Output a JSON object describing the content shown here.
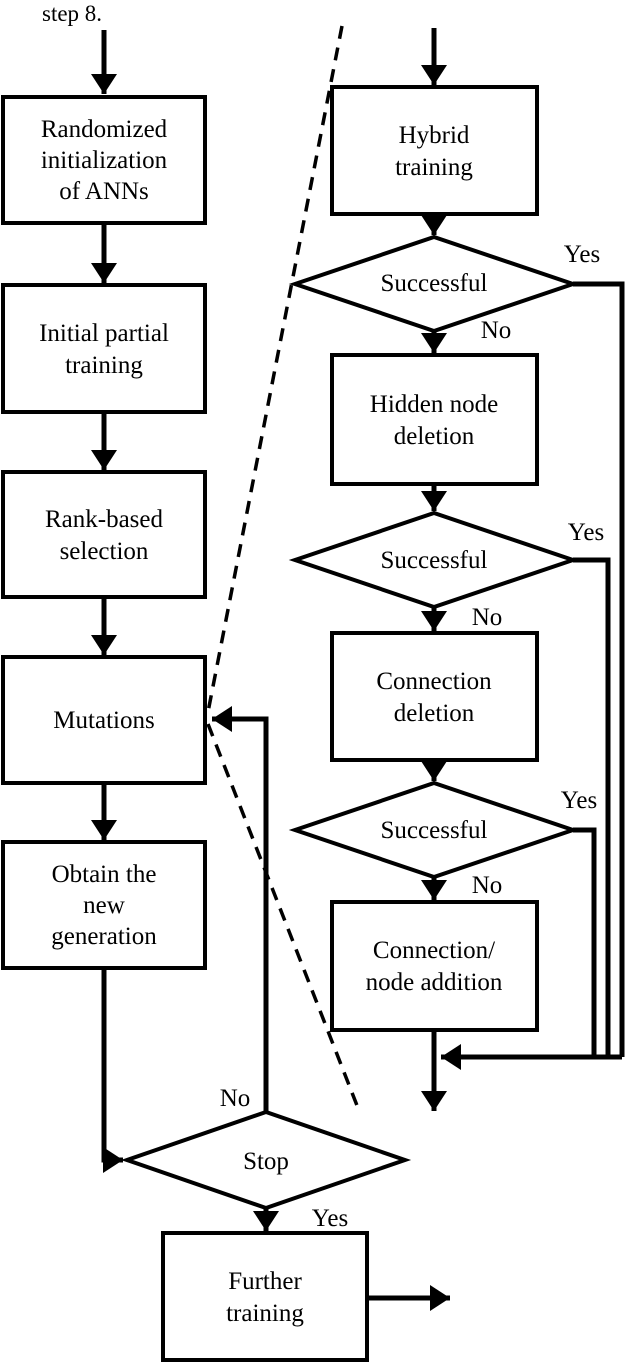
{
  "caption": "step 8.",
  "colors": {
    "line": "#000000",
    "background": "#ffffff",
    "text": "#000000"
  },
  "main_flow": {
    "boxes": [
      {
        "lines": [
          "Randomized",
          "initialization",
          "of ANNs"
        ]
      },
      {
        "lines": [
          "Initial partial",
          "training"
        ]
      },
      {
        "lines": [
          "Rank-based",
          "selection"
        ]
      },
      {
        "lines": [
          "Mutations"
        ]
      },
      {
        "lines": [
          "Obtain the",
          "new",
          "generation"
        ]
      }
    ],
    "stop_decision": {
      "label": "Stop",
      "no_label": "No",
      "yes_label": "Yes"
    },
    "further_training_box": {
      "lines": [
        "Further",
        "training"
      ]
    }
  },
  "detail_flow": {
    "boxes": [
      {
        "lines": [
          "Hybrid",
          "training"
        ]
      },
      {
        "lines": [
          "Hidden node",
          "deletion"
        ]
      },
      {
        "lines": [
          "Connection",
          "deletion"
        ]
      },
      {
        "lines": [
          "Connection/",
          "node addition"
        ]
      }
    ],
    "decisions": [
      {
        "label": "Successful",
        "yes_label": "Yes",
        "no_label": "No"
      },
      {
        "label": "Successful",
        "yes_label": "Yes",
        "no_label": "No"
      },
      {
        "label": "Successful",
        "yes_label": "Yes",
        "no_label": "No"
      }
    ]
  }
}
